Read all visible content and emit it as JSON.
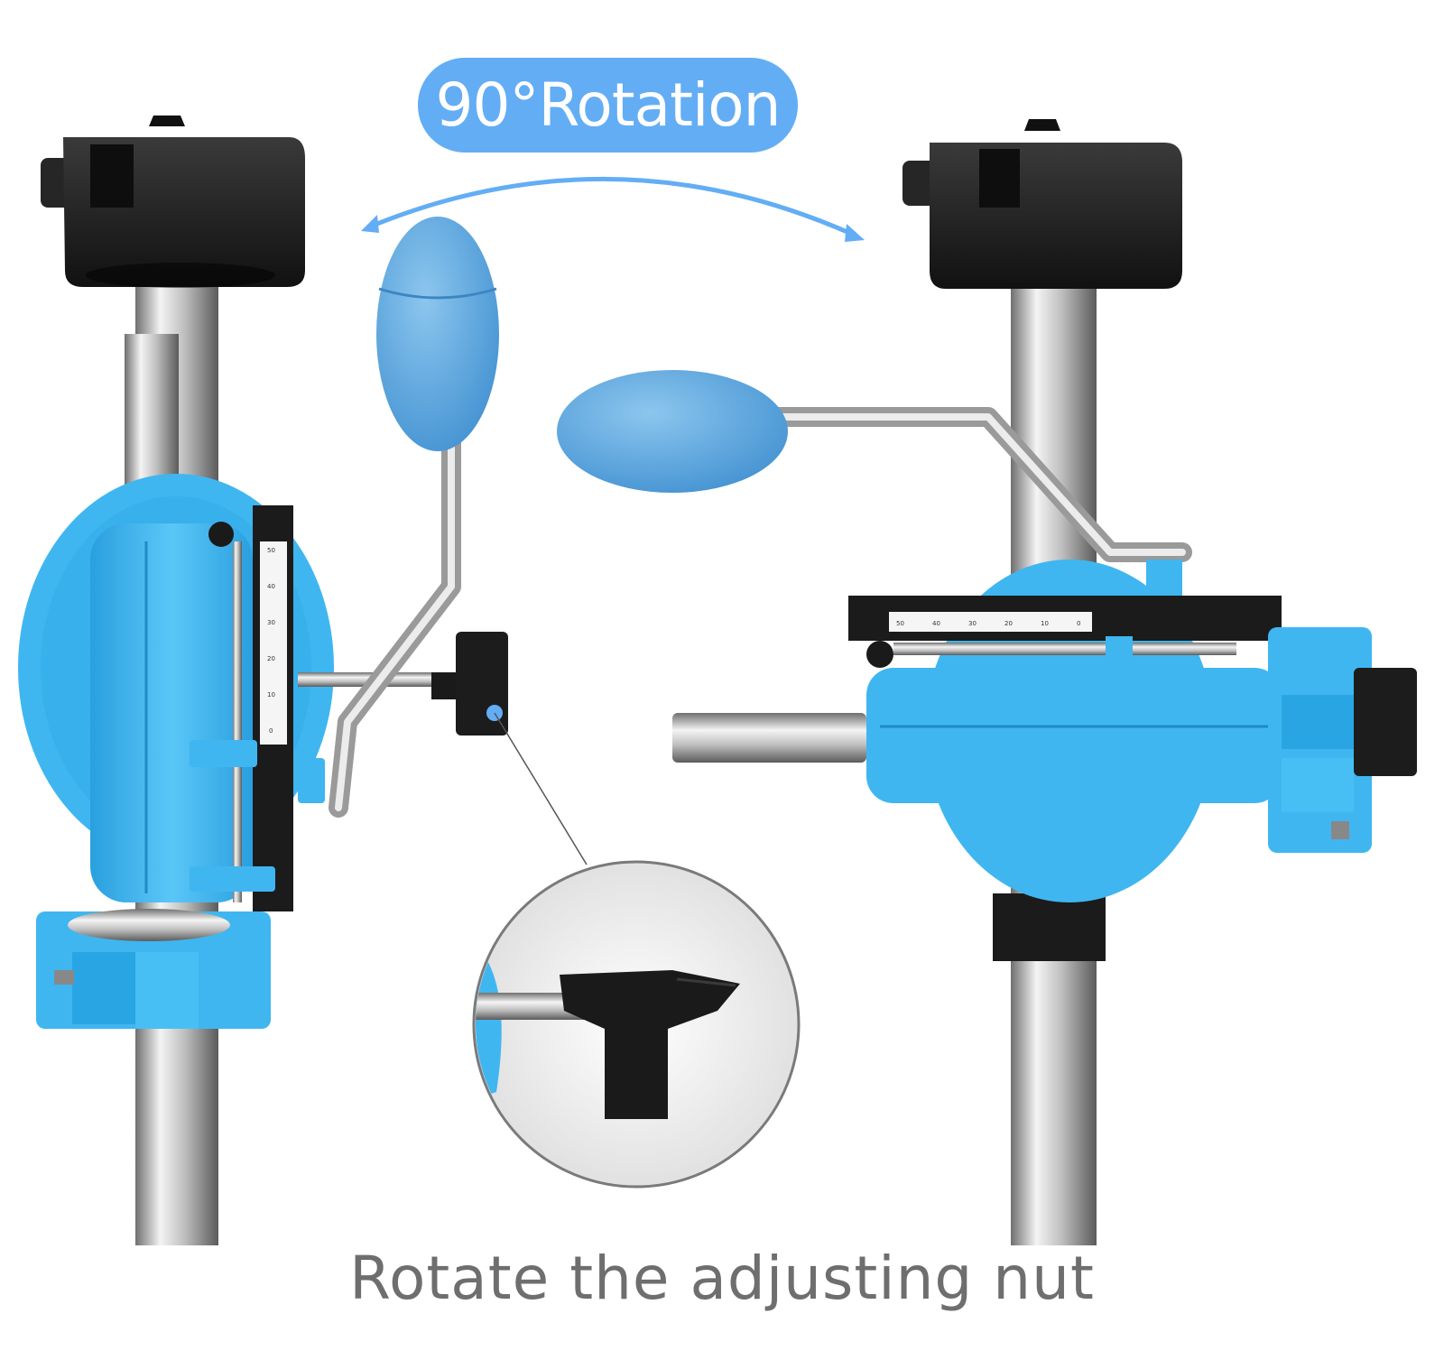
{
  "badge": {
    "label": "90°Rotation"
  },
  "caption": {
    "text": "Rotate the adjusting nut"
  },
  "colors": {
    "accent_blue": "#63adf5",
    "device_blue": "#3fb6f0",
    "knob_blue": "#5aa9df",
    "cap_black": "#1c1c1c",
    "steel": "#c9c9c9",
    "caption_gray": "#6e6e6e"
  },
  "scale_left": {
    "ticks": [
      "50",
      "40",
      "30",
      "20",
      "10",
      "0"
    ]
  },
  "scale_right": {
    "ticks": [
      "50",
      "40",
      "30",
      "20",
      "10",
      "0"
    ]
  }
}
